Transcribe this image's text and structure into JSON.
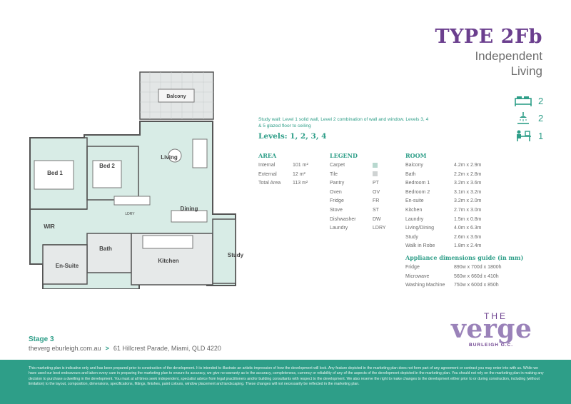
{
  "header": {
    "title": "TYPE 2Fb",
    "subtitle_line1": "Independent",
    "subtitle_line2": "Living"
  },
  "counts": [
    {
      "icon": "bed-icon",
      "value": "2"
    },
    {
      "icon": "shower-icon",
      "value": "2"
    },
    {
      "icon": "study-desk-icon",
      "value": "1"
    }
  ],
  "note": "Study wall: Level 1 solid wall, Level 2 combination of wall and window. Levels 3, 4 & 5 glazed floor to ceiling",
  "levels": "Levels: 1, 2, 3, 4",
  "area": {
    "heading": "AREA",
    "rows": [
      {
        "label": "Internal",
        "value": "101 m²"
      },
      {
        "label": "External",
        "value": "12 m²"
      },
      {
        "label": "Total Area",
        "value": "113 m²"
      }
    ]
  },
  "legend": {
    "heading": "LEGEND",
    "rows": [
      {
        "label": "Carpet",
        "value": ""
      },
      {
        "label": "Tile",
        "value": ""
      },
      {
        "label": "Pantry",
        "value": "PT"
      },
      {
        "label": "Oven",
        "value": "OV"
      },
      {
        "label": "Fridge",
        "value": "FR"
      },
      {
        "label": "Stove",
        "value": "ST"
      },
      {
        "label": "Dishwasher",
        "value": "DW"
      },
      {
        "label": "Laundry",
        "value": "LDRY"
      }
    ]
  },
  "room": {
    "heading": "ROOM",
    "rows": [
      {
        "label": "Balcony",
        "value": "4.2m x 2.9m"
      },
      {
        "label": "Bath",
        "value": "2.2m x 2.8m"
      },
      {
        "label": "Bedroom 1",
        "value": "3.2m x 3.6m"
      },
      {
        "label": "Bedroom 2",
        "value": "3.1m x 3.2m"
      },
      {
        "label": "En-suite",
        "value": "3.2m x 2.0m"
      },
      {
        "label": "Kitchen",
        "value": "2.7m x 3.0m"
      },
      {
        "label": "Laundry",
        "value": "1.5m x 0.8m"
      },
      {
        "label": "Living/Dining",
        "value": "4.0m x 6.3m"
      },
      {
        "label": "Study",
        "value": "2.6m x 3.6m"
      },
      {
        "label": "Walk in Robe",
        "value": "1.8m x 2.4m"
      }
    ]
  },
  "appliance": {
    "heading": "Appliance dimensions guide (in mm)",
    "rows": [
      {
        "label": "Fridge",
        "value": "890w x 700d x 1800h"
      },
      {
        "label": "Microwave",
        "value": "560w x 660d x 410h"
      },
      {
        "label": "Washing Machine",
        "value": "750w x 600d x 850h"
      }
    ]
  },
  "plan_labels": {
    "balcony": "Balcony",
    "bed1": "Bed 1",
    "bed2": "Bed 2",
    "living": "Living",
    "dining": "Dining",
    "wir": "WIR",
    "bath": "Bath",
    "kitchen": "Kitchen",
    "ensuite": "En-Suite",
    "study": "Study",
    "ldry": "LDRY"
  },
  "stage": "Stage 3",
  "website": "theverg eburleigh.com.au",
  "address": "61 Hillcrest Parade, Miami, QLD 4220",
  "logo": {
    "the": "THE",
    "name": "verge",
    "sub": "BURLEIGH G.C."
  },
  "disclaimer": "This marketing plan is indicative only and has been prepared prior to construction of the development. It is intended to illustrate an artistic impression of how the development will look. Any feature depicted in the marketing plan does not form part of any agreement or contract you may enter into with us. While we have used our best endeavours and taken every care in preparing the marketing plan to ensure its accuracy, we give no warranty as to the accuracy, completeness, currency or reliability of any of the aspects of the development depicted in the marketing plan. You should not rely on the marketing plan in making any decision to purchase a dwelling in the development. You must at all times seek independent, specialist advice from legal practitioners and/or building consultants with respect to the development. We also reserve the right to make changes to the development either prior to or during construction, including (without limitation) to the layout, composition, dimensions, specifications, fittings, finishes, paint colours, window placement and landscaping. These changes will not necessarily be reflected in the marketing plan.",
  "colors": {
    "accent_purple": "#6b3f8e",
    "accent_teal": "#2e9e88",
    "floor_fill": "#d8ece6"
  }
}
